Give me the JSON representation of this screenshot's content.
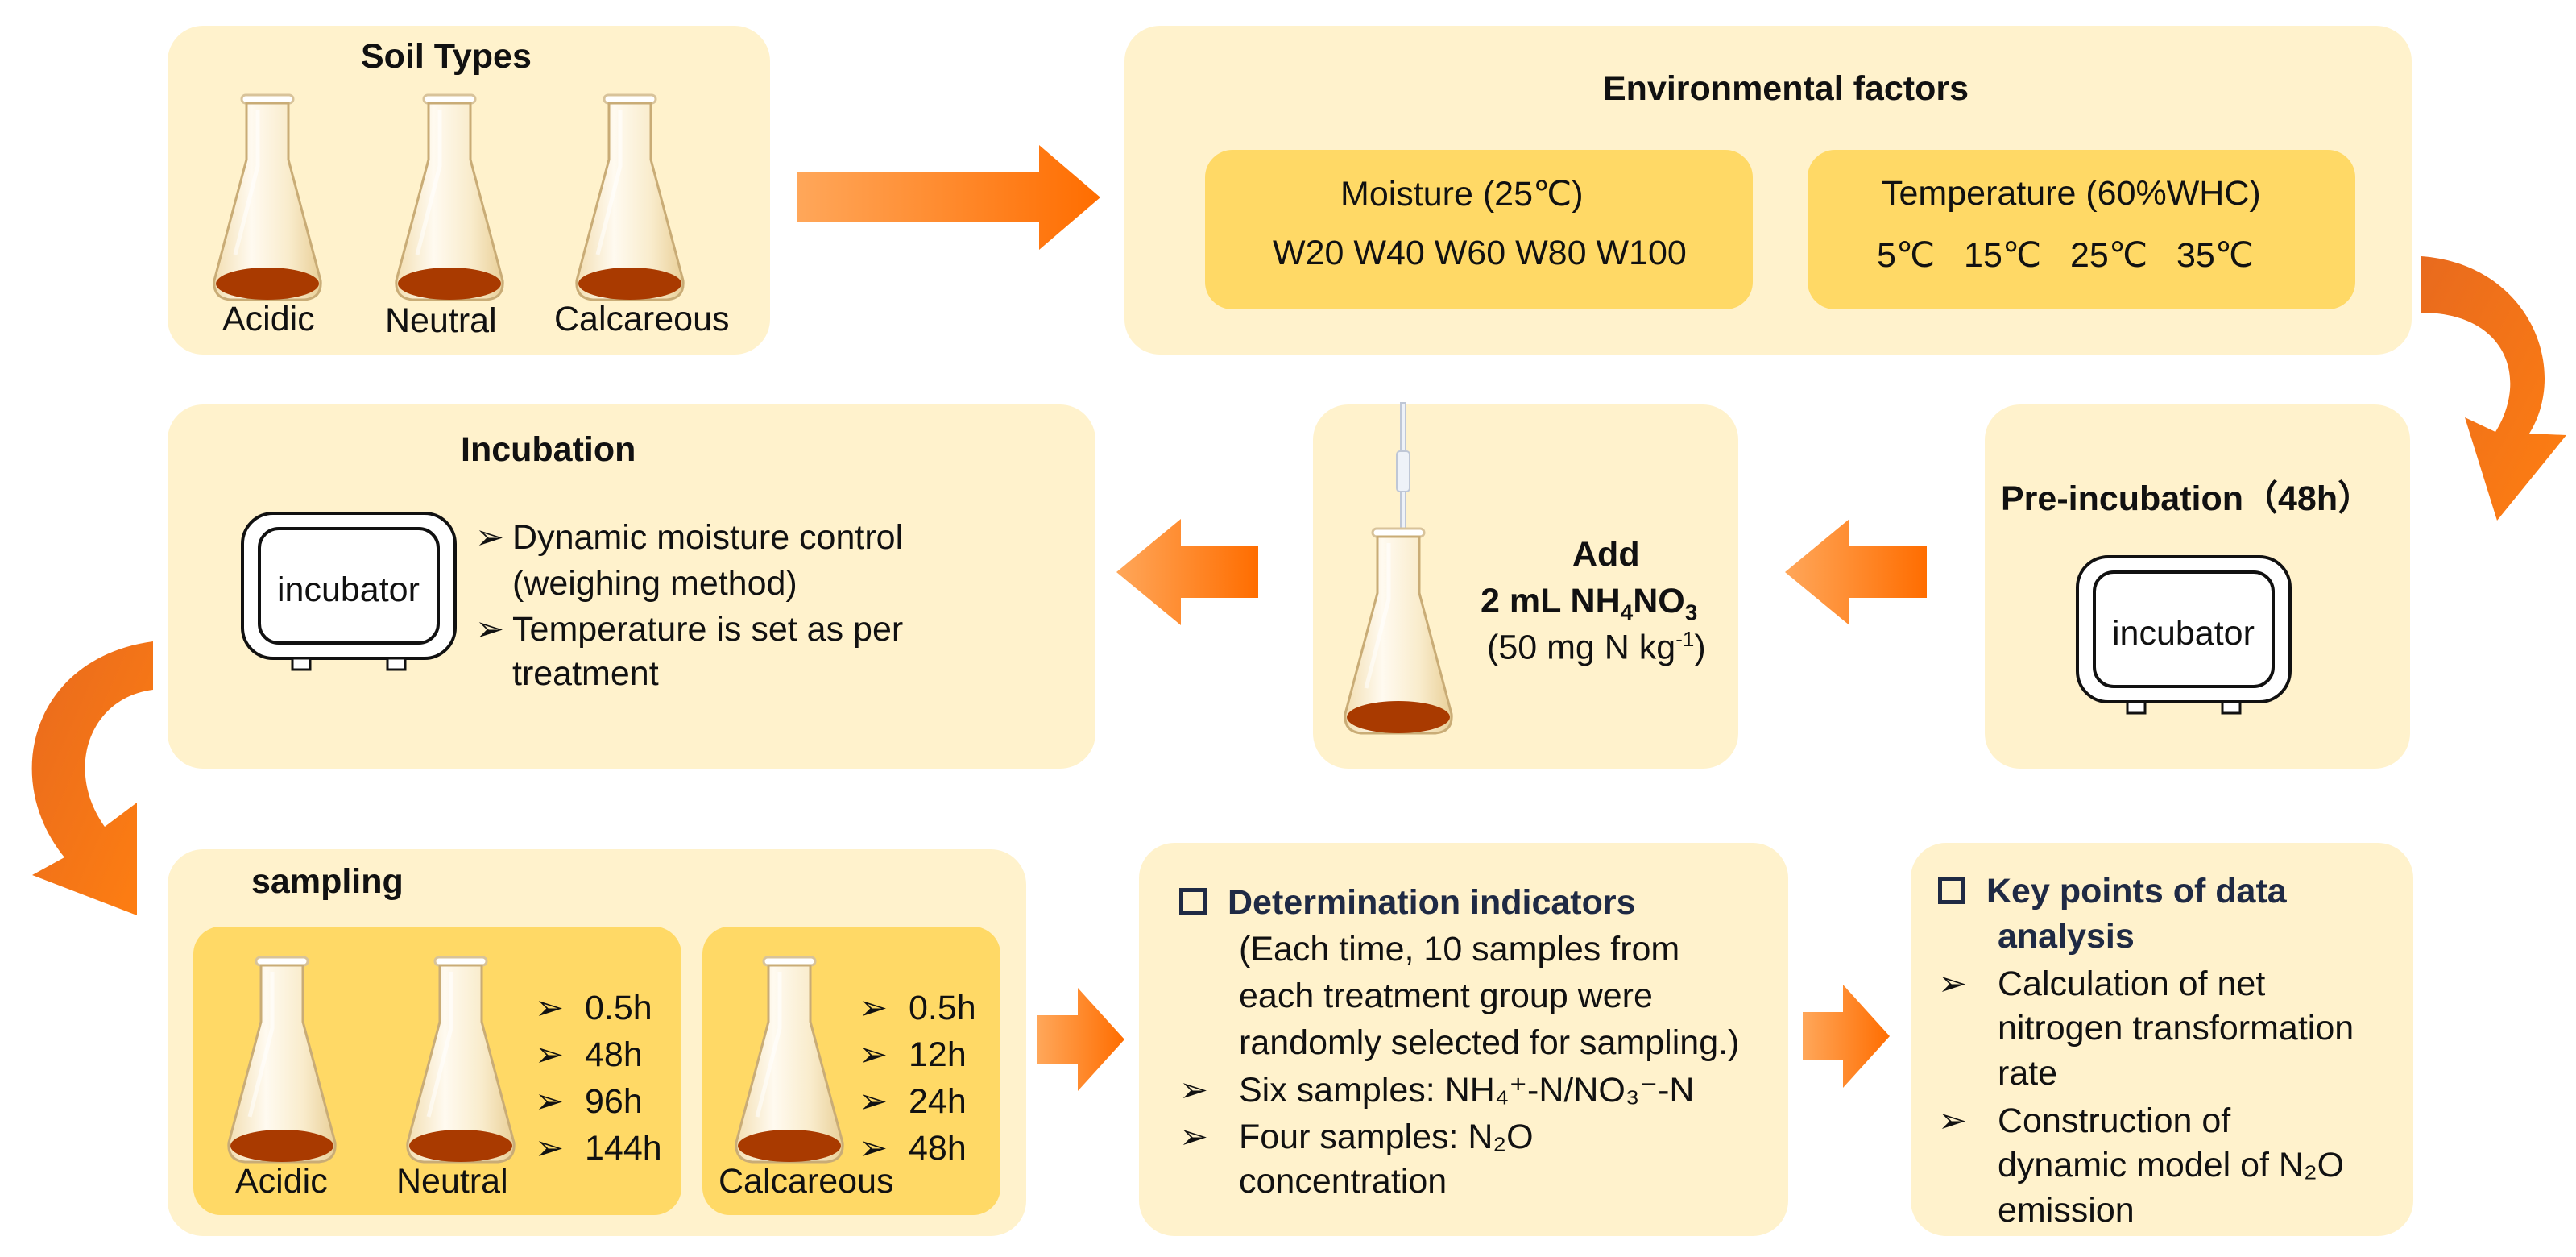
{
  "soil_types": {
    "title": "Soil Types",
    "labels": [
      "Acidic",
      "Neutral",
      "Calcareous"
    ]
  },
  "environmental_factors": {
    "title": "Environmental factors",
    "moisture": {
      "heading": "Moisture (25℃)",
      "levels": "W20 W40 W60 W80 W100"
    },
    "temperature": {
      "heading": "Temperature (60%WHC)",
      "levels": "5℃   15℃   25℃   35℃"
    }
  },
  "pre_incubation": {
    "title": "Pre-incubation（48h）",
    "device_label": "incubator"
  },
  "add": {
    "title": "Add",
    "amount": "2 mL ",
    "chem_n": "NH",
    "chem_s1": "4",
    "chem_no": "NO",
    "chem_s2": "3",
    "rate_prefix": "(50 mg N kg",
    "rate_sup": "-1",
    "rate_suffix": ")"
  },
  "incubation": {
    "title": "Incubation",
    "device_label": "incubator",
    "bullet_marker": "➢",
    "bullets": [
      [
        "Dynamic moisture control",
        "(weighing method)"
      ],
      [
        "Temperature is set as per",
        "treatment"
      ]
    ]
  },
  "sampling": {
    "title": "sampling",
    "flask_labels": [
      "Acidic",
      "Neutral",
      "Calcareous"
    ],
    "group1_times": [
      "0.5h",
      "48h",
      "96h",
      "144h"
    ],
    "group2_times": [
      "0.5h",
      "12h",
      "24h",
      "48h"
    ]
  },
  "determination": {
    "title": "Determination indicators",
    "note": [
      "(Each time, 10 samples from",
      "each treatment group were",
      "randomly selected for sampling.)"
    ],
    "six_samples_prefix": "Six samples: ",
    "six_samples_chem": "NH₄⁺-N/NO₃⁻-N",
    "four_samples_line1": "Four samples: N₂O",
    "four_samples_line2": "concentration"
  },
  "key_points": {
    "title_line1": "Key points of data",
    "title_line2": "analysis",
    "items": [
      [
        "Calculation of net",
        "nitrogen transformation",
        "rate"
      ],
      [
        "Construction of",
        "dynamic model of N₂O",
        "emission"
      ]
    ]
  },
  "colors": {
    "panel_fill": "#fff2cc",
    "inner_fill": "#ffd966",
    "arrow_orange": "#ff7f11",
    "soil_brown": "#a93a00",
    "bullet_navy": "#1f2a44"
  }
}
